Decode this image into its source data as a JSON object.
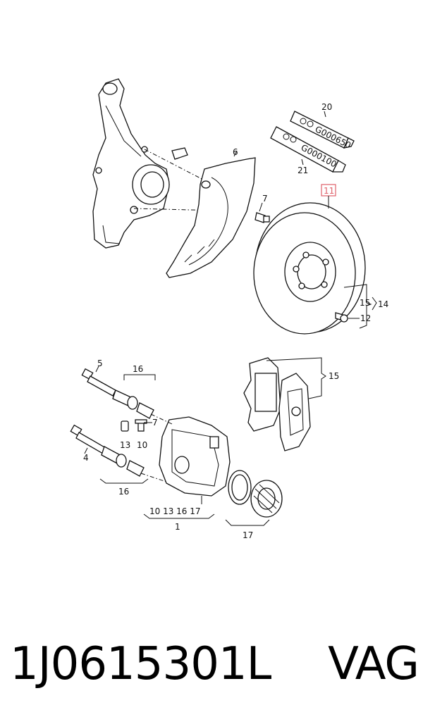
{
  "callouts": {
    "c1": "1",
    "c4": "4",
    "c5": "5",
    "c6": "6",
    "c7": "7",
    "c7b": "7",
    "c10a": "10",
    "c11": "11",
    "c12": "12",
    "c13a": "13",
    "c14": "14",
    "c15a": "15",
    "c15b": "15",
    "c16a": "16",
    "c16b": "16",
    "c17a": "17",
    "c20": "20",
    "c21": "21",
    "group1": "10 13 16    17"
  },
  "tubes": {
    "t20": "G000650",
    "t21": "G000100"
  },
  "caption": {
    "part_number": "1J0615301L",
    "brand": "VAG"
  },
  "colors": {
    "highlight": "#e0606a",
    "line": "#111111"
  }
}
